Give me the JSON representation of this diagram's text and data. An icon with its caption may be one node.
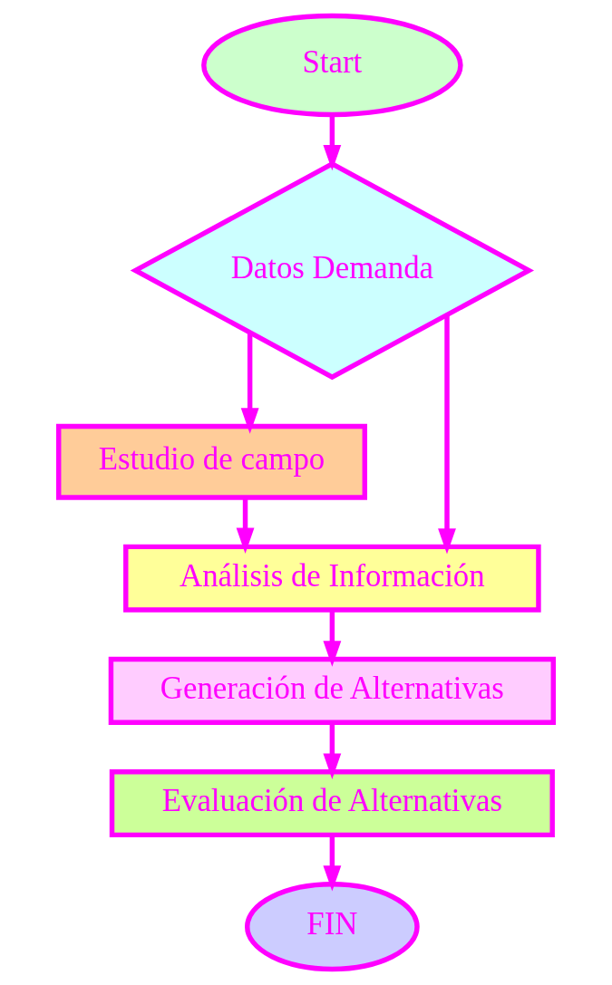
{
  "diagram": {
    "nodes": [
      {
        "text": [
          "Start"
        ]
      },
      {
        "text": [
          "Datos Demanda"
        ]
      },
      {
        "text": [
          "Estudio de campo"
        ]
      },
      {
        "text": [
          "Análisis de Información"
        ]
      },
      {
        "text": [
          "Generación de Alternativas"
        ]
      },
      {
        "text": [
          "Evaluación de Alternativas"
        ]
      },
      {
        "text": [
          "FIN"
        ]
      }
    ],
    "edges": [
      {
        "from": 0,
        "to": 1,
        "arrow": "to"
      },
      {
        "from": 1,
        "to": 2,
        "arrow": "to"
      },
      {
        "from": 1,
        "to": 3,
        "arrow": "to"
      },
      {
        "from": 2,
        "to": 3,
        "arrow": "to"
      },
      {
        "from": 3,
        "to": 4,
        "arrow": "to"
      },
      {
        "from": 4,
        "to": 5,
        "arrow": "to"
      },
      {
        "from": 5,
        "to": 6,
        "arrow": "to"
      }
    ]
  }
}
